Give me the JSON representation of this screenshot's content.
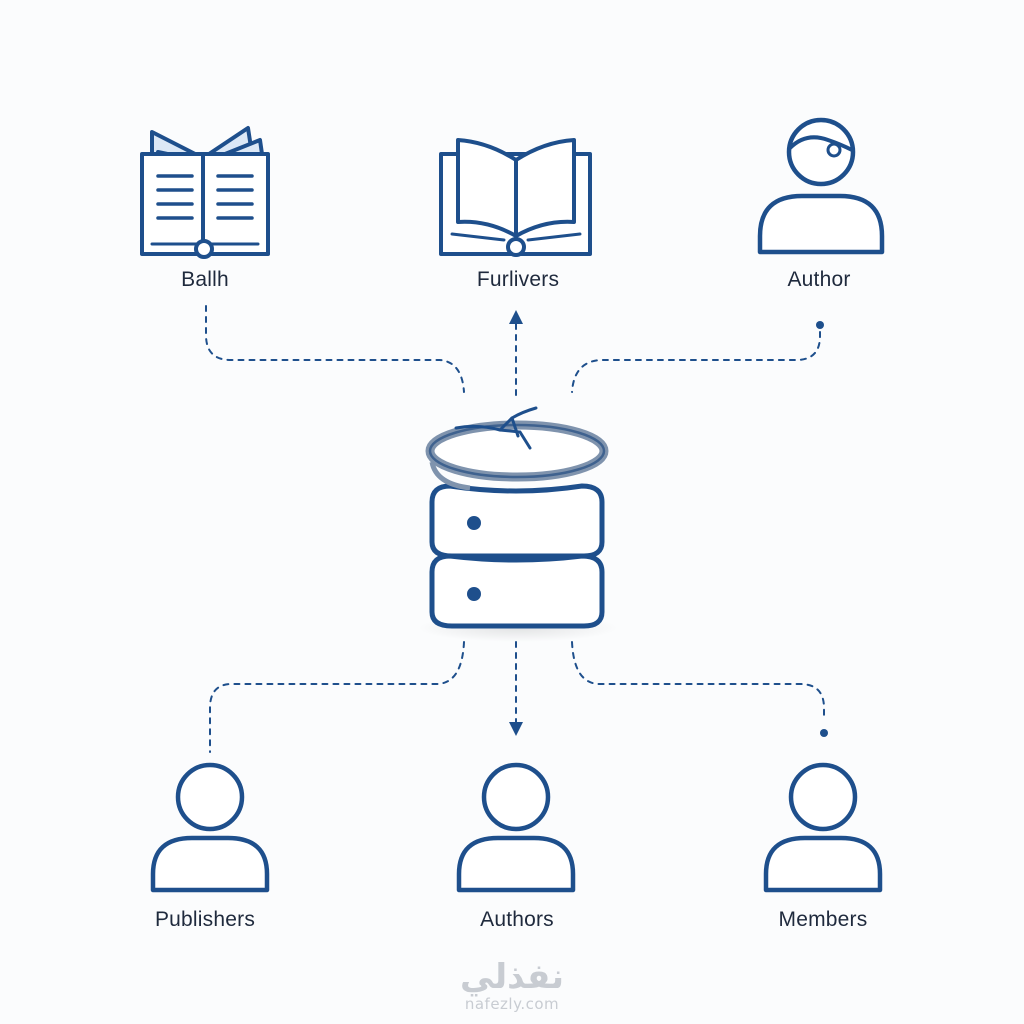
{
  "diagram": {
    "colors": {
      "stroke": "#1e4f8c",
      "stroke_light": "#7f93ad",
      "book_fill": "#dce8f6",
      "text": "#1f2a3d",
      "background": "#fbfcfd",
      "watermark": "#c8ccd2"
    },
    "top_nodes": [
      {
        "label": "Ballh",
        "icon": "open-book-icon"
      },
      {
        "label": "Furlivers",
        "icon": "open-book-icon"
      },
      {
        "label": "Author",
        "icon": "person-icon"
      }
    ],
    "center_node": {
      "icon": "database-icon"
    },
    "bottom_nodes": [
      {
        "label": "Publishers",
        "icon": "person-icon"
      },
      {
        "label": "Authors",
        "icon": "person-icon"
      },
      {
        "label": "Members",
        "icon": "person-icon"
      }
    ]
  },
  "watermark": {
    "arabic": "نفذلي",
    "latin": "nafezly.com"
  }
}
